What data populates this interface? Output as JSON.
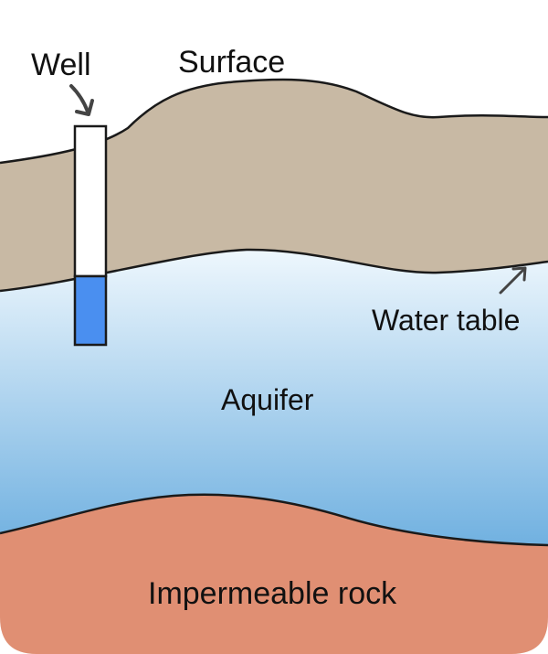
{
  "labels": {
    "well": "Well",
    "surface": "Surface",
    "water_table": "Water table",
    "aquifer": "Aquifer",
    "rock": "Impermeable rock"
  },
  "colors": {
    "soil": "#c8b9a4",
    "aquifer_top": "#eef7fd",
    "aquifer_bottom": "#6fb0e0",
    "rock": "#e08f73",
    "well_water": "#4a8ff0",
    "well_casing": "#ffffff",
    "outline": "#1a1a1a",
    "arrow": "#444444"
  }
}
